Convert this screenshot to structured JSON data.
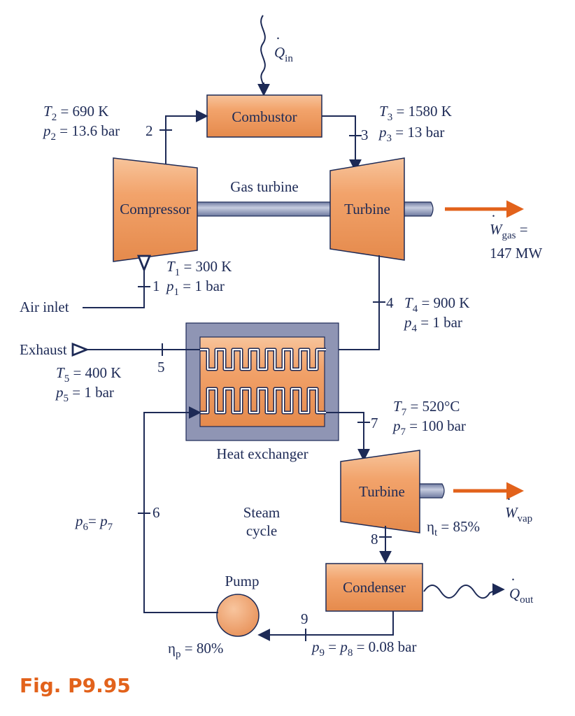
{
  "figure": {
    "caption": "Fig. P9.95"
  },
  "components": {
    "combustor": "Combustor",
    "compressor": "Compressor",
    "gas_turbine_label": "Gas turbine",
    "gas_turbine": "Turbine",
    "heat_exchanger": "Heat exchanger",
    "steam_turbine": "Turbine",
    "condenser": "Condenser",
    "pump": "Pump",
    "steam_cycle_line1": "Steam",
    "steam_cycle_line2": "cycle"
  },
  "heat": {
    "q_in_sym": "Q",
    "q_in_sub": "in",
    "q_out_sym": "Q",
    "q_out_sub": "out"
  },
  "work": {
    "w_gas_sym": "W",
    "w_gas_sub": "gas",
    "w_gas_eq": " =",
    "w_gas_value": "147 MW",
    "w_vap_sym": "W",
    "w_vap_sub": "vap"
  },
  "states": {
    "s1": {
      "num": "1",
      "T": "= 300 K",
      "p": "= 1 bar"
    },
    "s2": {
      "num": "2",
      "T": "= 690 K",
      "p": "= 13.6 bar"
    },
    "s3": {
      "num": "3",
      "T": "= 1580 K",
      "p": "= 13 bar"
    },
    "s4": {
      "num": "4",
      "T": "= 900 K",
      "p": "= 1 bar"
    },
    "s5": {
      "num": "5",
      "T": "= 400 K",
      "p": "= 1 bar"
    },
    "s6": {
      "num": "6",
      "rel": "= "
    },
    "s7": {
      "num": "7",
      "T": "= 520°C",
      "p": "= 100 bar"
    },
    "s8": {
      "num": "8"
    },
    "s9": {
      "num": "9",
      "rel_a": " = ",
      "rel_b": " = 0.08 bar"
    }
  },
  "flows": {
    "air_inlet": "Air inlet",
    "exhaust": "Exhaust"
  },
  "efficiencies": {
    "turbine_sym": "η",
    "turbine_sub": "t",
    "turbine_value": " = 85%",
    "pump_sym": "η",
    "pump_sub": "p",
    "pump_value": " = 80%"
  },
  "colors": {
    "component_fill": "#f2a36b",
    "arrow_orange": "#e2621b",
    "shaft": "#8e9ab8",
    "hx_frame": "#8f95b4",
    "text_navy": "#1d2a56",
    "caption_orange": "#e2621b"
  }
}
